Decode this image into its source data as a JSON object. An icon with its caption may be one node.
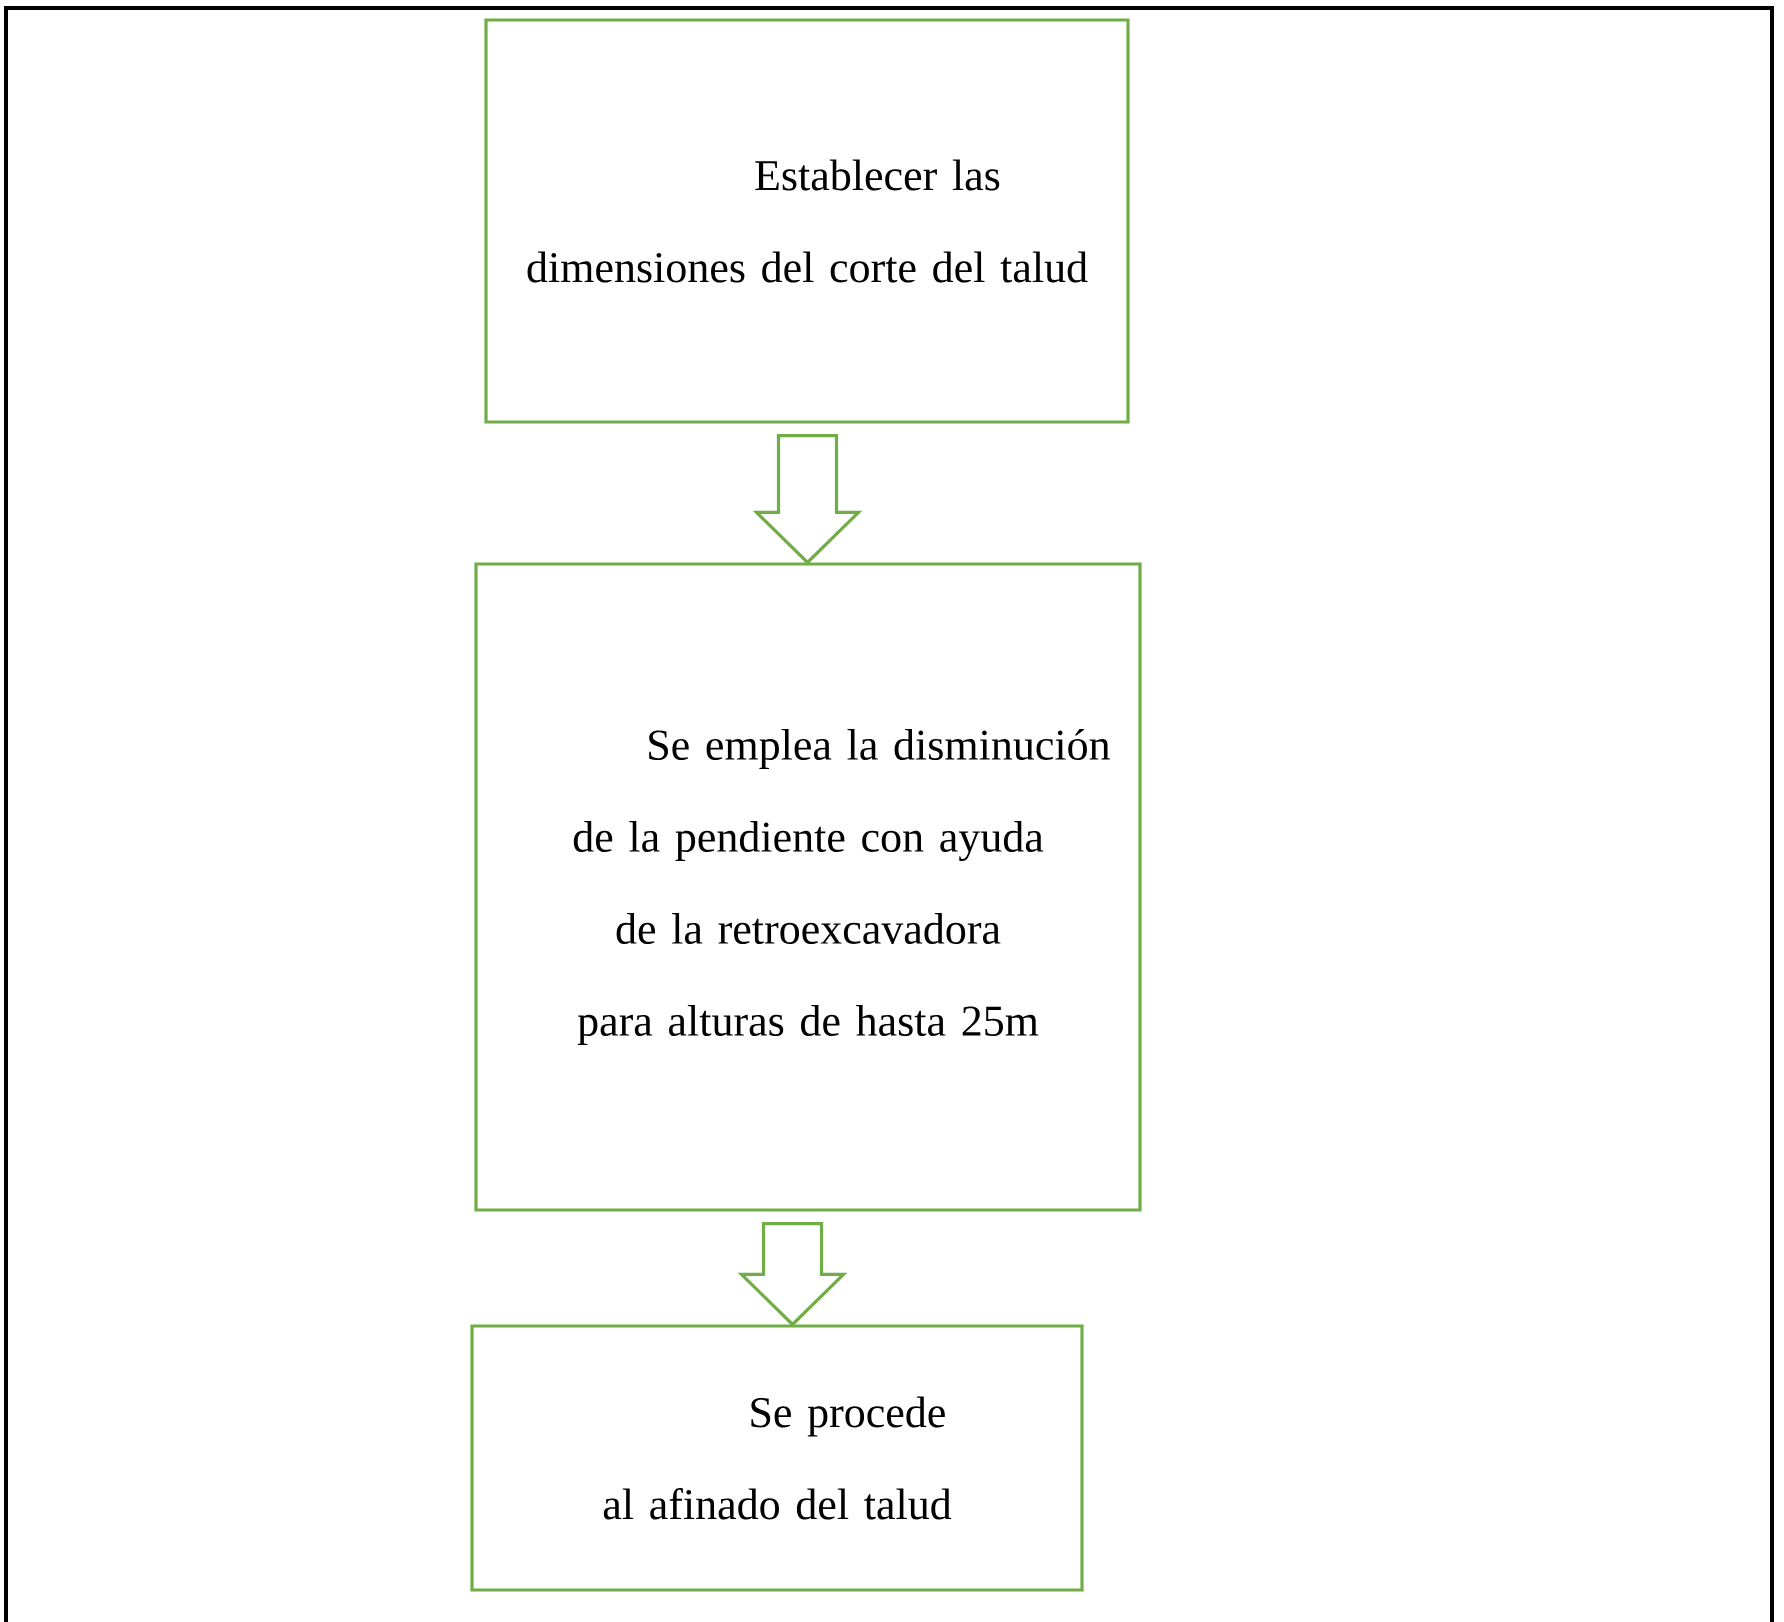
{
  "diagram": {
    "nodes": [
      {
        "text": [
          "Establecer las dimensiones del corte del talud"
        ]
      },
      {
        "text": [
          "Se emplea la disminución de la pendiente con ayuda de la retroexcavadora para alturas de hasta 25m"
        ]
      },
      {
        "text": [
          "Se procede al afinado del talud"
        ]
      }
    ],
    "edges": [
      {
        "from": 0,
        "to": 1,
        "arrow": "to"
      },
      {
        "from": 1,
        "to": 2,
        "arrow": "to"
      }
    ]
  }
}
